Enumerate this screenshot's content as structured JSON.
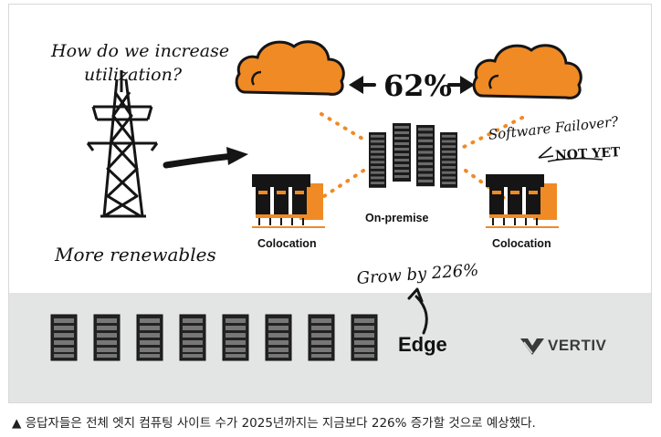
{
  "diagram": {
    "question": [
      "How do we increase",
      "utilization?"
    ],
    "renewables": "More renewables",
    "cloud_percent": "62%",
    "failover_text": "Software Failover?",
    "failover_answer": "NOT YET",
    "onpremise_label": "On-premise",
    "colocation_left_label": "Colocation",
    "colocation_right_label": "Colocation",
    "growth_text": "Grow by 226%",
    "edge_label": "Edge",
    "brand": "VERTIV",
    "edge_server_count": 8
  },
  "colors": {
    "accent": "#f08a24",
    "dark": "#151515",
    "band": "#e3e5e4"
  },
  "caption": {
    "marker": "▲",
    "text": "응답자들은 전체 엣지 컴퓨팅 사이트 수가 2025년까지는 지금보다 226% 증가할 것으로 예상했다."
  }
}
